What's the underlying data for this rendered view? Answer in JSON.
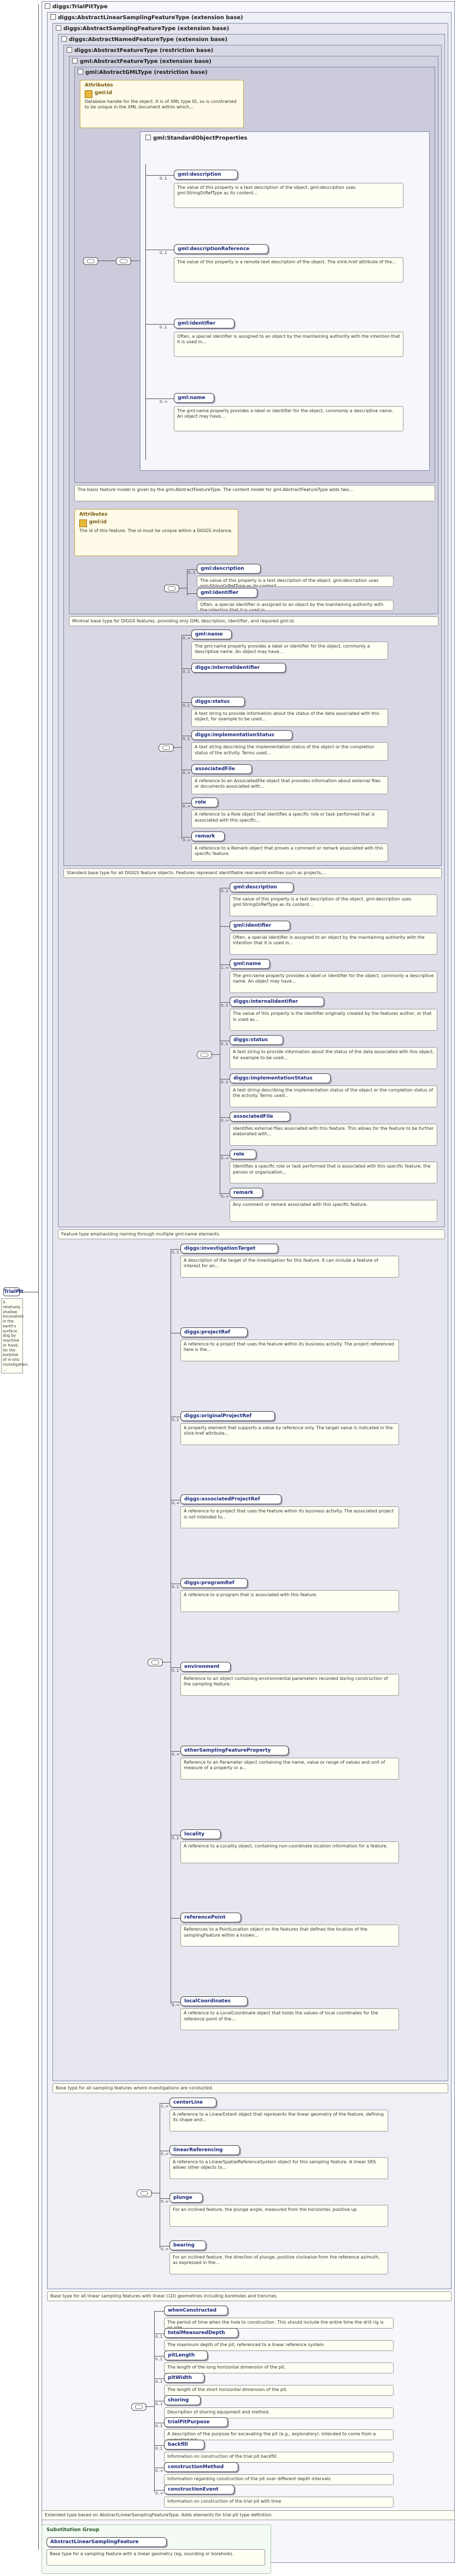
{
  "root": {
    "label": "TrialPit",
    "doc": "A relatively shallow excavation in the earth's surface, dug by machine or hand, for the purpose of in-situ investigation, ..."
  },
  "top": {
    "label": "diggs:TrialPitType"
  },
  "headers": [
    {
      "label": "diggs:AbstractLinearSamplingFeatureType (extension base)"
    },
    {
      "label": "diggs:AbstractSamplingFeatureType (extension base)"
    },
    {
      "label": "diggs:AbstractNamedFeatureType (extension base)"
    },
    {
      "label": "diggs:AbstractFeatureType (restriction base)"
    },
    {
      "label": "gml:AbstractFeatureType (extension base)"
    },
    {
      "label": "gml:AbstractGMLType (restriction base)"
    }
  ],
  "gml_id_card": {
    "title": "Attributes",
    "name": "gml:id",
    "doc": "Database handle for the object. It is of XML type ID, so is constrained to be unique in the XML document within which..."
  },
  "gml_props": {
    "group": "gml:StandardObjectProperties",
    "items": [
      {
        "label": "gml:description",
        "card": "0..1",
        "doc": "The value of this property is a text description of the object. gml:description uses gml:StringOrRefType as its content..."
      },
      {
        "label": "gml:descriptionReference",
        "card": "0..1",
        "doc": "The value of this property is a remote text description of the object. The xlink:href attribute of the..."
      },
      {
        "label": "gml:identifier",
        "card": "0..1",
        "doc": "Often, a special identifier is assigned to an object by the maintaining authority with the intention that it is used in..."
      },
      {
        "label": "gml:name",
        "card": "0..∞",
        "doc": "The gml:name property provides a label or identifier for the object, commonly a descriptive name. An object may have..."
      }
    ]
  },
  "gml_footer": "The basis feature model is given by the gml:AbstractFeatureType. The content model for gml:AbstractFeatureType adds two...",
  "diggs_id_card": {
    "title": "Attributes",
    "name": "gml:id",
    "doc": "The id of this feature. The id must be unique within a DIGGS instance."
  },
  "af_items": [
    {
      "label": "gml:description",
      "card": "0..1",
      "doc": "The value of this property is a text description of the object. gml:description uses gml:StringOrRefType as its content..."
    },
    {
      "label": "gml:identifier",
      "card": "",
      "doc": "Often, a special identifier is assigned to an object by the maintaining authority with the intention that it is used in..."
    }
  ],
  "af_footer": "Minimal base type for DIGGS features, providing only GML description, identifier, and required gml:id.",
  "an_items": [
    {
      "label": "gml:name",
      "card": "0..∞",
      "doc": "The gml:name property provides a label or identifier for the object, commonly a descriptive name. An object may have..."
    },
    {
      "label": "diggs:internalIdentifier",
      "card": "0..1",
      "doc": ""
    },
    {
      "label": "diggs:status",
      "card": "0..1",
      "doc": "A text string to provide information about the status of the data associated with this object, for example to be used..."
    },
    {
      "label": "diggs:implementationStatus",
      "card": "0..1",
      "doc": "A text string describing the implementation status of the object or the completion status of the activity. Terms used..."
    },
    {
      "label": "associatedFile",
      "card": "0..∞",
      "doc": "A reference to an AssociatedFile object that provides information about external files or documents associated with..."
    },
    {
      "label": "role",
      "card": "0..∞",
      "doc": "A reference to a Role object that identifies a specific role or task performed that is associated with this specific..."
    },
    {
      "label": "remark",
      "card": "0..∞",
      "doc": "A reference to a Remark object that proves a comment or remark associated with this specific feature."
    }
  ],
  "an_footer": "Standard base type for all DIGGS feature objects. Features represent identifiable real-world entities such as projects,...",
  "nf_items": [
    {
      "label": "gml:description",
      "card": "0..1",
      "doc": "The value of this property is a text description of the object. gml:description uses gml:StringOrRefType as its content..."
    },
    {
      "label": "gml:identifier",
      "card": "",
      "doc": "Often, a special identifier is assigned to an object by the maintaining authority with the intention that it is used in..."
    },
    {
      "label": "gml:name",
      "card": "1..∞",
      "doc": "The gml:name property provides a label or identifier for the object, commonly a descriptive name. An object may have..."
    },
    {
      "label": "diggs:internalIdentifier",
      "card": "0..1",
      "doc": "The value of this property is the identifier originally created by the features author, or that is used as..."
    },
    {
      "label": "diggs:status",
      "card": "0..1",
      "doc": "A text string to provide information about the status of the data associated with this object, for example to be used..."
    },
    {
      "label": "diggs:implementationStatus",
      "card": "0..1",
      "doc": "A text string describing the implementation status of the object or the completion status of the activity. Terms used..."
    },
    {
      "label": "associatedFile",
      "card": "0..∞",
      "doc": "Identifies external files associated with this feature. This allows for the feature to be further elaborated with..."
    },
    {
      "label": "role",
      "card": "0..∞",
      "doc": "Identifies a specific role or task performed that is associated with this specific feature, the person or organization..."
    },
    {
      "label": "remark",
      "card": "0..∞",
      "doc": "Any comment or remark associated with this specific feature."
    }
  ],
  "nf_footer": "Feature type emphasizing naming through multiple gml:name elements.",
  "sf_items": [
    {
      "label": "diggs:investigationTarget",
      "card": "0..1",
      "doc": "A description of the target of the investigation for this feature. It can include a feature of interest for an..."
    },
    {
      "label": "diggs:projectRef",
      "card": "",
      "doc": "A reference to a project that uses the feature within its business activity. The project referenced here is the..."
    },
    {
      "label": "diggs:originalProjectRef",
      "card": "0..1",
      "doc": "A property element that supports a value by reference only. The target value is indicated in the xlink:href attribute..."
    },
    {
      "label": "diggs:associatedProjectRef",
      "card": "0..∞",
      "doc": "A reference to a project that uses the feature within its business activity. The associated project is not intended to..."
    },
    {
      "label": "diggs:programRef",
      "card": "0..1",
      "doc": "A reference to a program that is associated with this feature."
    },
    {
      "label": "environment",
      "card": "0..1",
      "doc": "Reference to an object containing environmental parameters recorded during construction of the sampling feature."
    },
    {
      "label": "otherSamplingFeatureProperty",
      "card": "0..∞",
      "doc": "Reference to an Parameter object containing the name, value or range of values and unit of measure of a property or a..."
    },
    {
      "label": "locality",
      "card": "0..1",
      "doc": "A reference to a Locality object, containing non-coordinate location information for a feature."
    },
    {
      "label": "referencePoint",
      "card": "",
      "doc": "References to a PointLocation object on the features that defines the location of the samplingFeature within a known..."
    },
    {
      "label": "localCoordinates",
      "card": "0..∞",
      "doc": "A reference to a LocalCoordinate object that holds the values of local coordinates for the reference point of the..."
    }
  ],
  "sf_footer": "Base type for all sampling features where investigations are conducted.",
  "lsf_items": [
    {
      "label": "centerLine",
      "card": "1..∞",
      "doc": "A reference to a LinearExtent object that represents the linear geometry of the feature, defining its shape and..."
    },
    {
      "label": "linearReferencing",
      "card": "0..∞",
      "doc": "A reference to a LinearSpatialReferenceSystem object for this sampling feature. A linear SRS allows other objects to..."
    },
    {
      "label": "plunge",
      "card": "0..∞",
      "doc": "For an inclined feature, the plunge angle, measured from the horizontal, positive up"
    },
    {
      "label": "bearing",
      "card": "0..∞",
      "doc": "For an inclined feature, the direction of plunge, positive clockwise from the reference azimuth, as expressed in the..."
    }
  ],
  "lsf_footer": "Base type for all linear sampling features with linear (1D) geometries including boreholes and trenches.",
  "tp_items": [
    {
      "label": "whenConstructed",
      "card": "",
      "doc": "The period of time when the hole to construction. This should include the entire time the drill rig is on site..."
    },
    {
      "label": "totalMeasuredDepth",
      "card": "0..1",
      "doc": "The maximum depth of the pit, referenced to a linear reference system."
    },
    {
      "label": "pitLength",
      "card": "0..1",
      "doc": "The length of the long horizontal dimension of the pit."
    },
    {
      "label": "pitWidth",
      "card": "0..1",
      "doc": "The length of the short horizontal dimension of the pit."
    },
    {
      "label": "shoring",
      "card": "0..1",
      "doc": "Description of shoring equipment and method."
    },
    {
      "label": "trialPitPurpose",
      "card": "0..1",
      "doc": "A description of the purpose for excavating the pit (e.g., exploratory). Intended to come from a controlled list."
    },
    {
      "label": "backfill",
      "card": "0..1",
      "doc": "Information on construction of the trial pit backfill."
    },
    {
      "label": "constructionMethod",
      "card": "0..∞",
      "doc": "Information regarding construction of the pit over different depth intervals"
    },
    {
      "label": "constructionEvent",
      "card": "0..∞",
      "doc": "Information on construction of the trial pit with time"
    }
  ],
  "tp_footer": "Extended type based on AbstractLinearSamplingFeatureType. Adds elements for trial pit type definition.",
  "subst": {
    "title": "Substitution Group",
    "label": "AbstractLinearSamplingFeature",
    "doc": "Base type for a sampling feature with a linear geometry (eg, sounding or borehole)."
  }
}
